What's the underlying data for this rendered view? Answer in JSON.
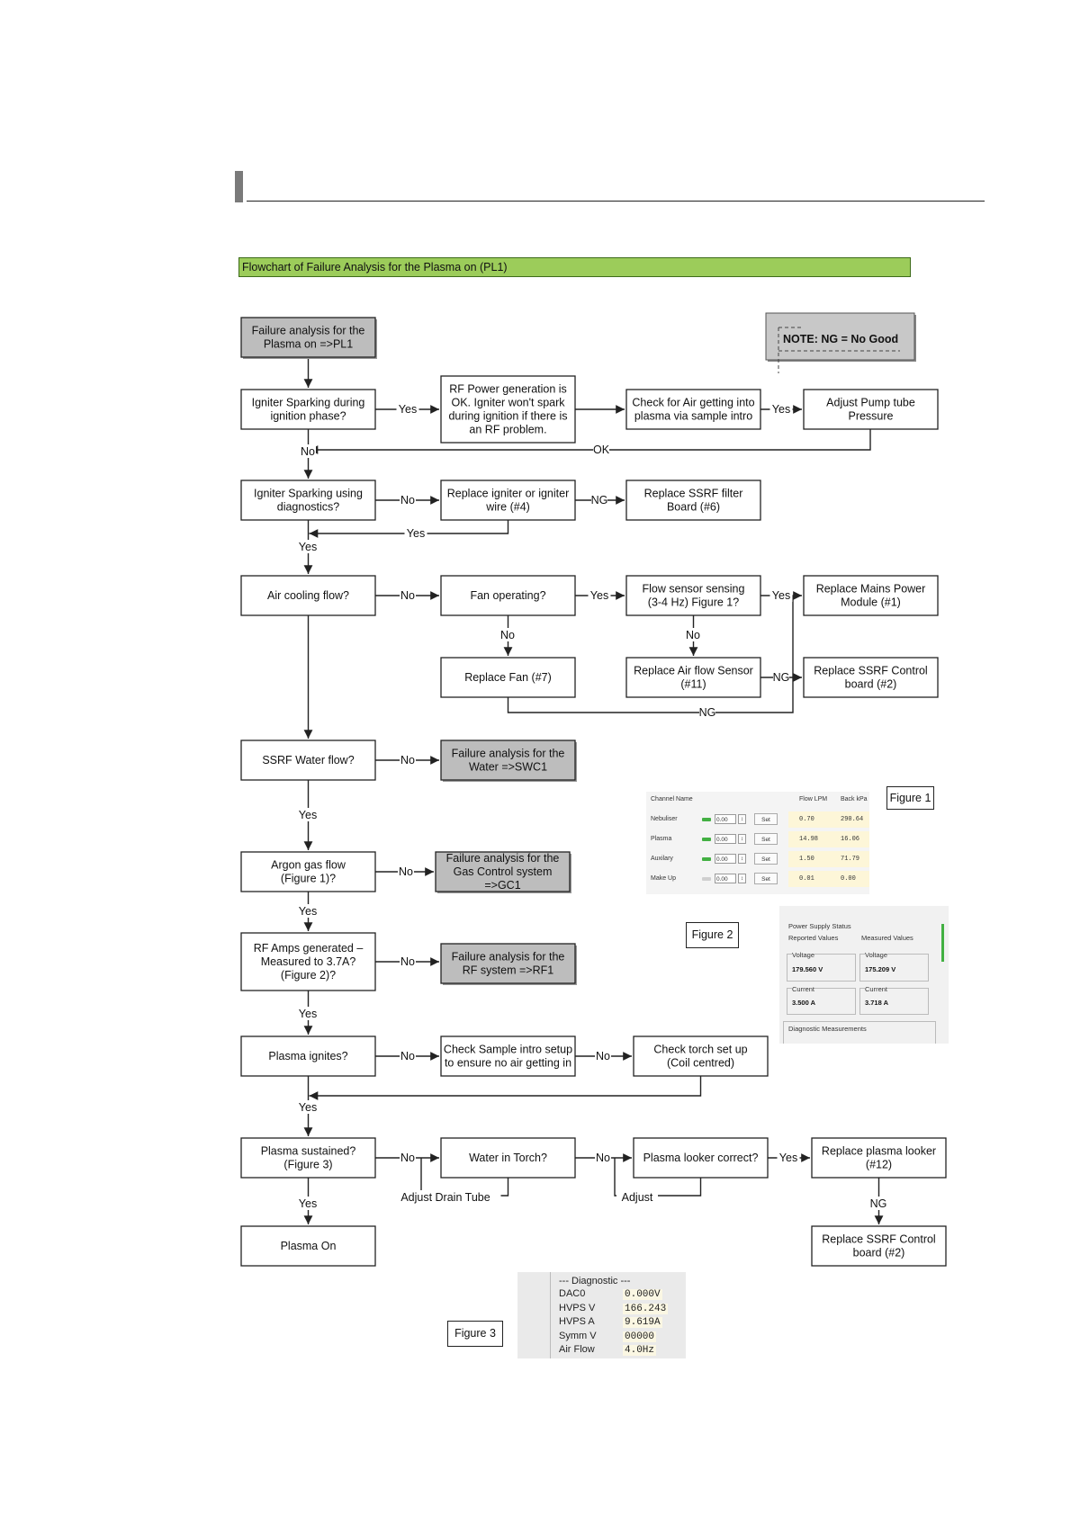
{
  "page": {
    "title": "Flowchart of Failure Analysis for the Plasma on (PL1)"
  },
  "note": "NOTE: NG = No Good",
  "nodes": {
    "start": [
      "Failure analysis for the",
      "Plasma on =>PL1"
    ],
    "igniter_ignition": [
      "Igniter Sparking during",
      "ignition phase?"
    ],
    "rf_power_ok": [
      "RF Power generation is",
      "OK. Igniter won't spark",
      "during ignition if there is",
      "an RF problem."
    ],
    "check_air_sample": [
      "Check for Air getting into",
      "plasma via sample intro"
    ],
    "adjust_pump": [
      "Adjust Pump tube",
      "Pressure"
    ],
    "igniter_diag": [
      "Igniter Sparking using",
      "diagnostics?"
    ],
    "replace_igniter": [
      "Replace igniter or igniter",
      "wire (#4)"
    ],
    "replace_filter": [
      "Replace SSRF filter",
      "Board (#6)"
    ],
    "air_cooling": [
      "Air cooling flow?"
    ],
    "fan_operating": [
      "Fan operating?"
    ],
    "flow_sensor": [
      "Flow sensor sensing",
      "(3-4 Hz) Figure 1?"
    ],
    "replace_mains": [
      "Replace Mains Power",
      "Module (#1)"
    ],
    "replace_fan": [
      "Replace Fan (#7)"
    ],
    "replace_air_sensor": [
      "Replace Air flow Sensor",
      "(#11)"
    ],
    "replace_ssrf_control_1": [
      "Replace SSRF Control",
      "board (#2)"
    ],
    "ssrf_water": [
      "SSRF Water flow?"
    ],
    "water_analysis": [
      "Failure analysis for the",
      "Water =>SWC1"
    ],
    "argon_flow": [
      "Argon gas flow",
      "(Figure 1)?"
    ],
    "gas_analysis": [
      "Failure analysis for the",
      "Gas Control system",
      "=>GC1"
    ],
    "rf_amps": [
      "RF Amps generated –",
      "Measured to 3.7A?",
      "(Figure 2)?"
    ],
    "rf_analysis": [
      "Failure analysis for the",
      "RF system =>RF1"
    ],
    "plasma_ignites": [
      "Plasma ignites?"
    ],
    "check_sample_setup": [
      "Check Sample intro setup",
      "to ensure no air getting in"
    ],
    "check_torch": [
      "Check torch set up",
      "(Coil centred)"
    ],
    "plasma_sustained": [
      "Plasma sustained?",
      "(Figure 3)"
    ],
    "water_torch": [
      "Water in Torch?"
    ],
    "plasma_looker": [
      "Plasma looker correct?"
    ],
    "replace_looker": [
      "Replace plasma looker",
      "(#12)"
    ],
    "plasma_on": [
      "Plasma On"
    ],
    "replace_ssrf_control_2": [
      "Replace SSRF Control",
      "board (#2)"
    ]
  },
  "edge_labels": {
    "yes": "Yes",
    "no": "No",
    "ok": "OK",
    "ng": "NG",
    "adjust_drain": "Adjust Drain Tube",
    "adjust": "Adjust"
  },
  "figure_tags": {
    "fig1": "Figure 1",
    "fig2": "Figure 2",
    "fig3": "Figure 3"
  },
  "figure1": {
    "headers": {
      "channel": "Channel Name",
      "flow": "Flow LPM",
      "back": "Back kPa"
    },
    "set_label": "Set",
    "spin_glyph": "↕",
    "rows": [
      {
        "name": "Nebuliser",
        "input": "0.00",
        "flow": "0.70",
        "back": "290.64",
        "led": "#43b043"
      },
      {
        "name": "Plasma",
        "input": "0.00",
        "flow": "14.98",
        "back": "16.06",
        "led": "#43b043"
      },
      {
        "name": "Auxilary",
        "input": "0.00",
        "flow": "1.50",
        "back": "71.79",
        "led": "#43b043"
      },
      {
        "name": "Make Up",
        "input": "0.00",
        "flow": "0.01",
        "back": "0.00",
        "led": "#cfcfcf"
      }
    ]
  },
  "figure2": {
    "title": "Power Supply Status",
    "reported": "Reported Values",
    "measured": "Measured Values",
    "voltage_label": "Voltage",
    "current_label": "Current",
    "reported_voltage": "179.560 V",
    "measured_voltage": "175.209 V",
    "reported_current": "3.500 A",
    "measured_current": "3.718 A",
    "diagnostic": "Diagnostic Measurements"
  },
  "figure3": {
    "title": "--- Diagnostic ---",
    "rows": [
      {
        "label": "DAC0",
        "value": "0.000V"
      },
      {
        "label": "HVPS V",
        "value": "166.243"
      },
      {
        "label": "HVPS A",
        "value": "9.619A"
      },
      {
        "label": "Symm V",
        "value": "00000"
      },
      {
        "label": "Air Flow",
        "value": "4.0Hz"
      }
    ]
  },
  "colors": {
    "title_bar": "#9ccc5a",
    "gray_box": "#bdbdbd",
    "white_box": "#ffffff",
    "line": "#222222"
  }
}
